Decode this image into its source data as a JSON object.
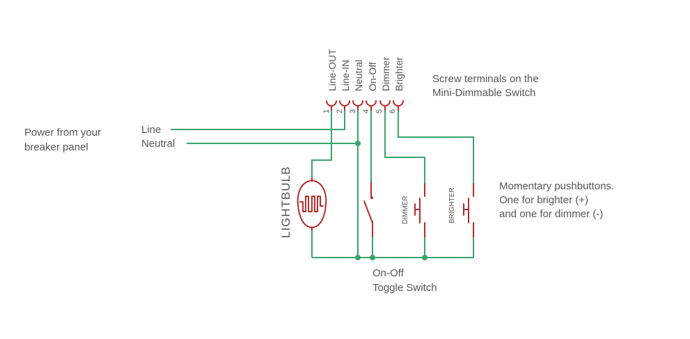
{
  "notes": {
    "screw_terminals": [
      "Screw terminals on the",
      "Mini-Dimmable Switch"
    ],
    "power_source": [
      "Power from your",
      "breaker panel"
    ],
    "pushbuttons": [
      "Momentary pushbuttons.",
      "One for brighter (+)",
      "and one for dimmer (-)"
    ],
    "toggle": [
      "On-Off",
      "Toggle Switch"
    ]
  },
  "supply": {
    "line_label": "Line",
    "neutral_label": "Neutral"
  },
  "terminals": [
    {
      "number": "1",
      "name": "Line-OUT"
    },
    {
      "number": "2",
      "name": "Line-IN"
    },
    {
      "number": "3",
      "name": "Neutral"
    },
    {
      "number": "4",
      "name": "On-Off"
    },
    {
      "number": "5",
      "name": "Dimmer"
    },
    {
      "number": "6",
      "name": "Brighter"
    }
  ],
  "parts": {
    "lightbulb": "LIGHTBULB",
    "dimmer": "DIMMER",
    "brighter": "BRIGHTER"
  },
  "colors": {
    "wire": "#3aa36b",
    "symbol": "#b52a2a",
    "text": "#555555"
  }
}
